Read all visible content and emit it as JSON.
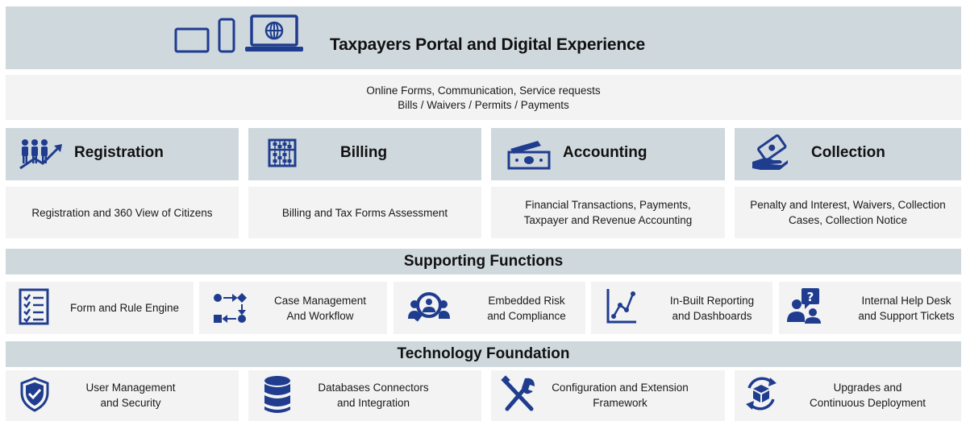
{
  "portal": {
    "title": "Taxpayers Portal and  Digital Experience",
    "line1": "Online Forms, Communication, Service requests",
    "line2": "Bills / Waivers / Permits / Payments"
  },
  "modules": [
    {
      "label": "Registration",
      "line1": "Registration and 360 View of Citizens",
      "line2": "",
      "icon": "people-growth-icon"
    },
    {
      "label": "Billing",
      "line1": "Billing and Tax Forms Assessment",
      "line2": "",
      "icon": "abacus-icon"
    },
    {
      "label": "Accounting",
      "line1": "Financial Transactions, Payments,",
      "line2": "Taxpayer and Revenue Accounting",
      "icon": "cash-icon"
    },
    {
      "label": "Collection",
      "line1": "Penalty and Interest, Waivers, Collection",
      "line2": "Cases, Collection Notice",
      "icon": "money-hand-icon"
    }
  ],
  "supporting": {
    "title": "Supporting Functions",
    "items": [
      {
        "line1": "Form and Rule Engine",
        "line2": "",
        "icon": "checklist-icon"
      },
      {
        "line1": "Case Management",
        "line2": "And Workflow",
        "icon": "workflow-icon"
      },
      {
        "line1": "Embedded Risk",
        "line2": "and Compliance",
        "icon": "user-search-icon"
      },
      {
        "line1": "In-Built Reporting",
        "line2": "and Dashboards",
        "icon": "line-chart-icon"
      },
      {
        "line1": "Internal Help Desk",
        "line2": "and Support Tickets",
        "icon": "help-desk-icon"
      }
    ]
  },
  "technology": {
    "title": "Technology Foundation",
    "items": [
      {
        "line1": "User Management",
        "line2": "and Security",
        "icon": "shield-check-icon"
      },
      {
        "line1": "Databases Connectors",
        "line2": "and Integration",
        "icon": "database-icon"
      },
      {
        "line1": "Configuration and Extension",
        "line2": "Framework",
        "icon": "tools-icon"
      },
      {
        "line1": "Upgrades and",
        "line2": "Continuous Deployment",
        "icon": "deploy-cycle-icon"
      }
    ]
  },
  "colors": {
    "accent": "#1f3c8f",
    "band": "#cfd8dd",
    "panel": "#f3f3f3"
  }
}
